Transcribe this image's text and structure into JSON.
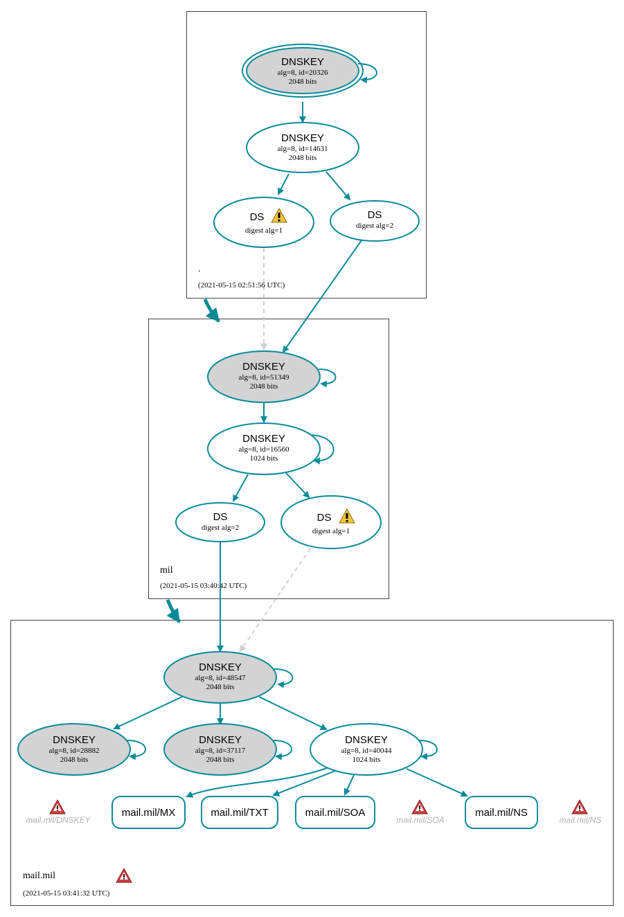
{
  "colors": {
    "edge": "#0a8a99",
    "edge_dashed": "#d0d0d0",
    "node_fill_grey": "#d3d3d3",
    "warn_yellow": "#f2c53d",
    "warn_red": "#d43c3c",
    "rrset_missing_text": "#b0b0b0",
    "zone_border": "#444444"
  },
  "zones": {
    "root": {
      "name": ".",
      "timestamp": "(2021-05-15 02:51:56 UTC)"
    },
    "mil": {
      "name": "mil",
      "timestamp": "(2021-05-15 03:40:42 UTC)"
    },
    "mailmil": {
      "name": "mail.mil",
      "timestamp": "(2021-05-15 03:41:32 UTC)"
    }
  },
  "nodes": {
    "root_ksk": {
      "type": "DNSKEY",
      "detail": "alg=8, id=20326",
      "bits": "2048 bits"
    },
    "root_zsk": {
      "type": "DNSKEY",
      "detail": "alg=8, id=14631",
      "bits": "2048 bits"
    },
    "root_ds1": {
      "type": "DS",
      "detail": "digest alg=1"
    },
    "root_ds2": {
      "type": "DS",
      "detail": "digest alg=2"
    },
    "mil_ksk": {
      "type": "DNSKEY",
      "detail": "alg=8, id=51349",
      "bits": "2048 bits"
    },
    "mil_zsk": {
      "type": "DNSKEY",
      "detail": "alg=8, id=16560",
      "bits": "1024 bits"
    },
    "mil_ds2": {
      "type": "DS",
      "detail": "digest alg=2"
    },
    "mil_ds1": {
      "type": "DS",
      "detail": "digest alg=1"
    },
    "mm_ksk": {
      "type": "DNSKEY",
      "detail": "alg=8, id=48547",
      "bits": "2048 bits"
    },
    "mm_k1": {
      "type": "DNSKEY",
      "detail": "alg=8, id=28882",
      "bits": "2048 bits"
    },
    "mm_k2": {
      "type": "DNSKEY",
      "detail": "alg=8, id=37117",
      "bits": "2048 bits"
    },
    "mm_zsk": {
      "type": "DNSKEY",
      "detail": "alg=8, id=40044",
      "bits": "1024 bits"
    }
  },
  "rrsets": {
    "mx": "mail.mil/MX",
    "txt": "mail.mil/TXT",
    "soa": "mail.mil/SOA",
    "ns": "mail.mil/NS"
  },
  "missing_rrsets": {
    "dnskey": "mail.mil/DNSKEY",
    "soa": "mail.mil/SOA",
    "ns": "mail.mil/NS"
  }
}
